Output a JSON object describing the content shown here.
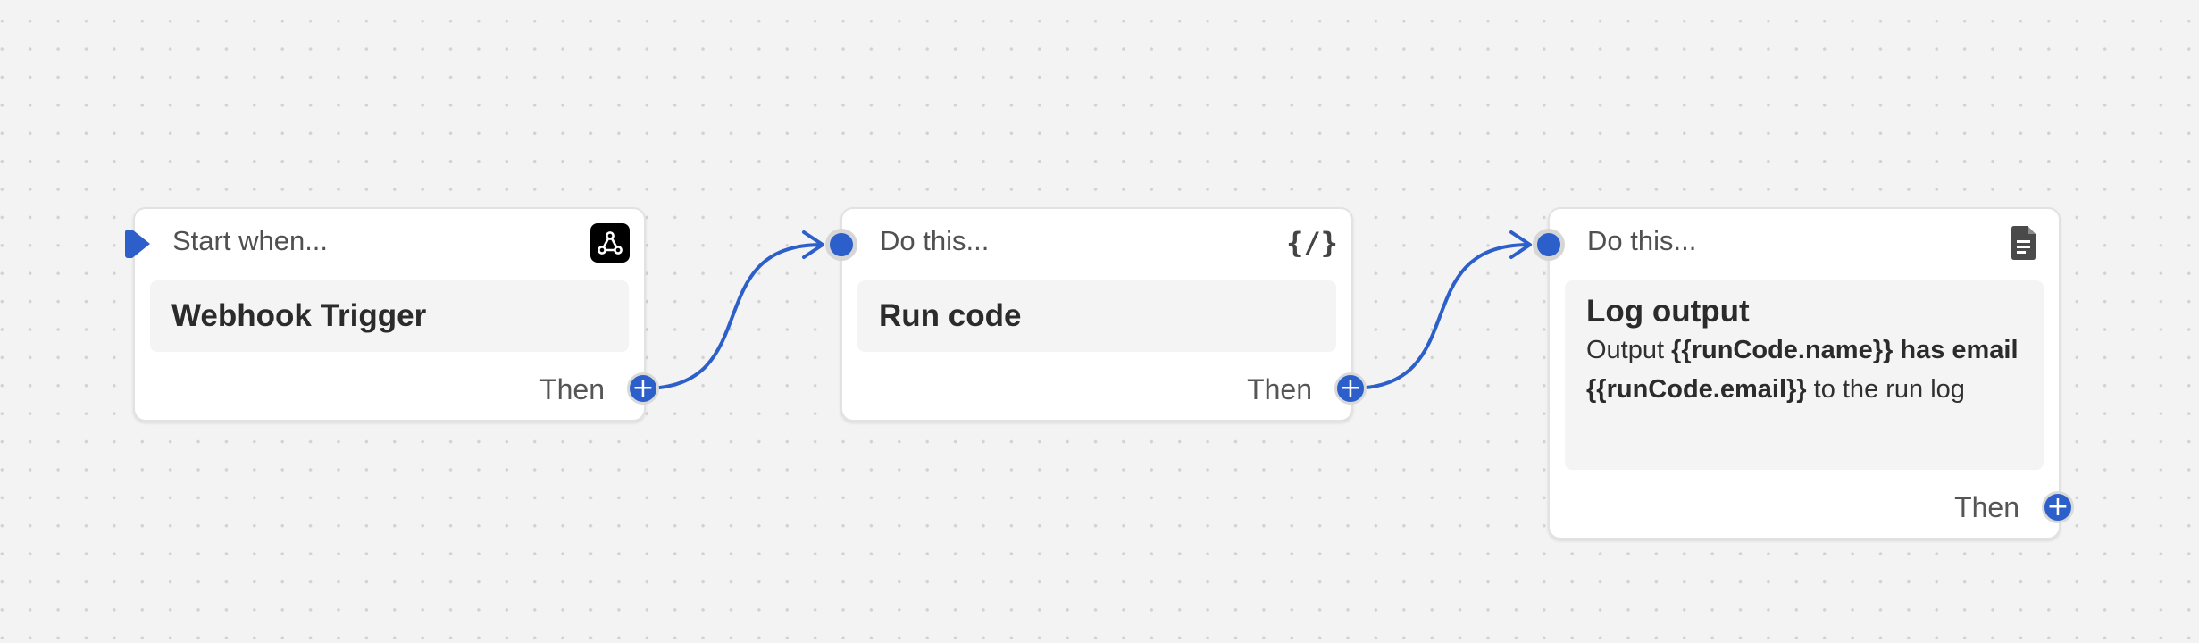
{
  "canvas": {
    "accent_color": "#2c5fc9",
    "background_color": "#f3f3f3"
  },
  "nodes": [
    {
      "header": "Start when...",
      "title": "Webhook Trigger",
      "icon": "webhook-icon",
      "then_label": "Then"
    },
    {
      "header": "Do this...",
      "title": "Run code",
      "icon": "code-icon",
      "icon_glyph": "{/}",
      "then_label": "Then"
    },
    {
      "header": "Do this...",
      "title": "Log output",
      "icon": "document-icon",
      "then_label": "Then",
      "description": {
        "part1": "Output ",
        "bold1": "{{runCode.name}} has email {{runCode.email}}",
        "part2": " to the run log"
      }
    }
  ]
}
